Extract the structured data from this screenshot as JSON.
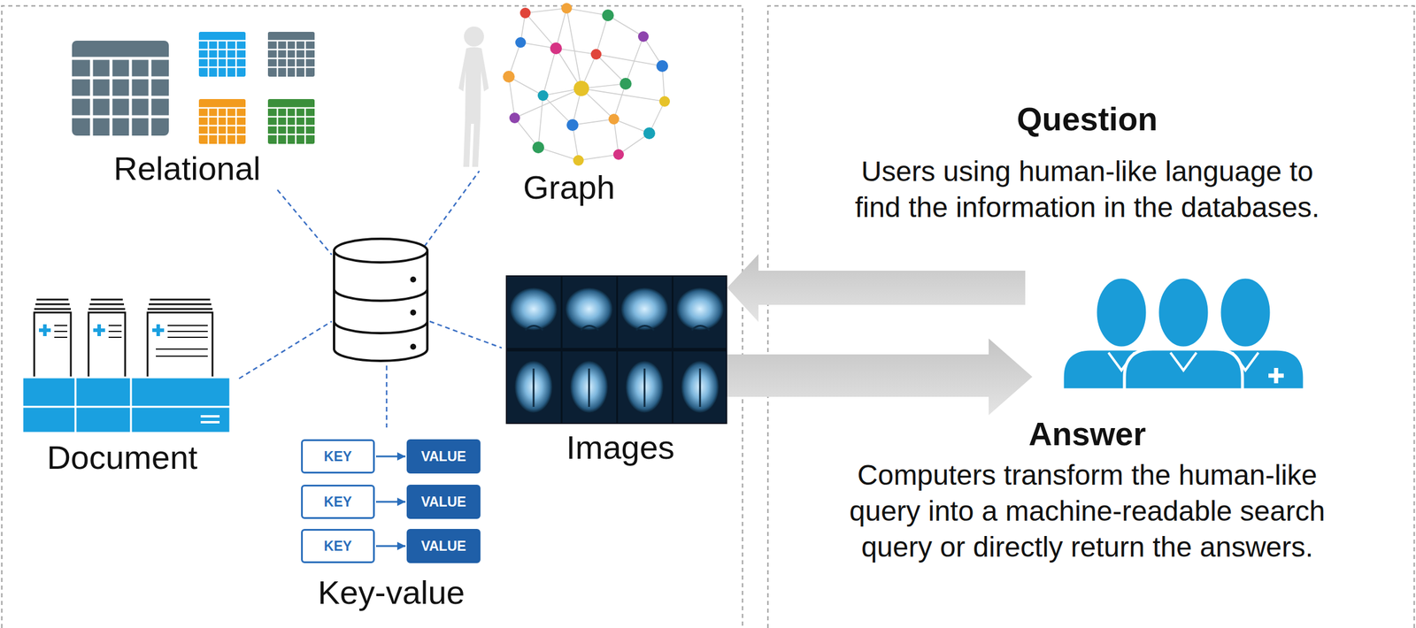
{
  "diagram": {
    "nodes": [
      {
        "text": [
          "Relational"
        ]
      },
      {
        "text": [
          "Graph"
        ]
      },
      {
        "text": [
          "Document"
        ]
      },
      {
        "text": [
          "Key-value"
        ]
      },
      {
        "text": [
          "KEY"
        ],
        "in": 3
      },
      {
        "text": [
          "VALUE"
        ],
        "in": 3
      },
      {
        "text": [
          "KEY"
        ],
        "in": 3
      },
      {
        "text": [
          "VALUE"
        ],
        "in": 3
      },
      {
        "text": [
          "KEY"
        ],
        "in": 3
      },
      {
        "text": [
          "VALUE"
        ],
        "in": 3
      },
      {
        "text": [
          "Images"
        ]
      },
      {
        "text": [
          "Question",
          "Users using human-like language to find the information in the databases."
        ]
      },
      {
        "text": [
          "Answer",
          "Computers transform the human-like query into a machine-readable search query or directly return the answers."
        ]
      }
    ],
    "edges": [
      {
        "from": 4,
        "to": 5,
        "arrow": "to"
      },
      {
        "from": 6,
        "to": 7,
        "arrow": "to"
      },
      {
        "from": 8,
        "to": 9,
        "arrow": "to"
      }
    ]
  }
}
